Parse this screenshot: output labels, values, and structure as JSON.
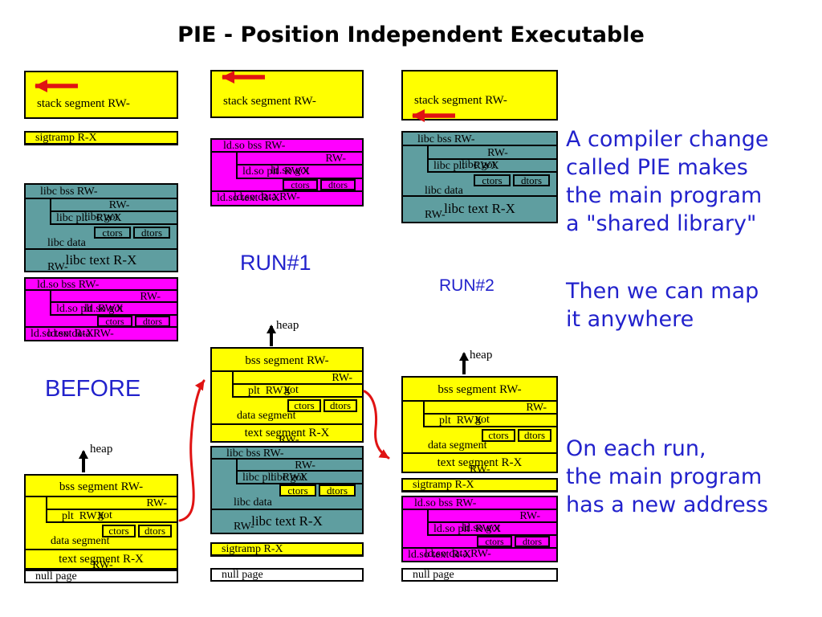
{
  "title": "PIE - Position Independent Executable",
  "labels": {
    "before": "BEFORE",
    "run1": "RUN#1",
    "run2": "RUN#2",
    "heap": "heap"
  },
  "annotations": {
    "compiler_change": [
      "A compiler change",
      "called PIE makes",
      "the main program",
      "a \"shared library\""
    ],
    "map_anywhere": [
      "Then we can map",
      "it anywhere"
    ],
    "new_address": [
      "On each run,",
      "the main program",
      "has a new address"
    ]
  },
  "seg": {
    "stack": "stack segment RW-",
    "sigtramp": "sigtramp R-X",
    "null_page": "null page",
    "ctors": "ctors",
    "dtors": "dtors",
    "libc": {
      "bss": "libc bss RW-",
      "got": "libc got",
      "got_perm": "RW-",
      "plt": "libc plt   RWX",
      "data1": "libc data",
      "data2": "RW-",
      "text": "libc text R-X"
    },
    "ldso": {
      "bss": "ld.so bss RW-",
      "got": "ld.so got",
      "got_perm": "RW-",
      "plt": "ld.so plt  RWX",
      "data": "ld.so data RW-",
      "text": "ld.so text R-X"
    },
    "main": {
      "bss": "bss segment RW-",
      "got": "got",
      "got_perm": "RW-",
      "plt": "plt  RWX",
      "data1": "data segment",
      "data2": "RW-",
      "text": "text segment R-X"
    }
  },
  "colors": {
    "yellow": "#ffff00",
    "teal": "#5f9ea0",
    "magenta": "#ff00ff",
    "page": "#ffffff",
    "text_blue": "#2222cc",
    "arrow_red": "#e01313"
  }
}
